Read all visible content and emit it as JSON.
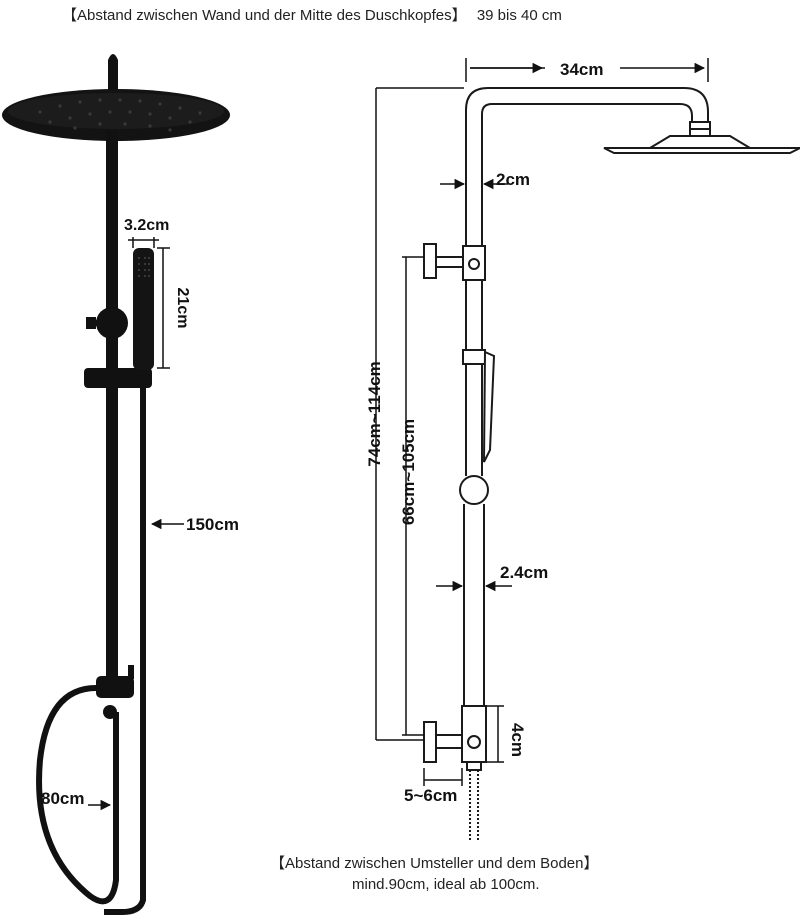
{
  "captions": {
    "top_heading": "【Abstand zwischen Wand und der Mitte des Duschkopfes】",
    "top_value": "39 bis 40 cm",
    "bottom_heading": "【Abstand zwischen Umsteller und dem Boden】",
    "bottom_value": "mind.90cm, ideal ab 100cm."
  },
  "dimensions": {
    "handshower_width": "3.2cm",
    "handshower_length": "21cm",
    "hose_length": "150cm",
    "bottom_loop": "80cm",
    "arm_length": "34cm",
    "upper_pipe_diameter": "2cm",
    "total_height": "74cm~114cm",
    "adjustable_height": "66cm~105cm",
    "lower_pipe_diameter": "2.4cm",
    "diverter_height": "4cm",
    "wall_distance": "5~6cm"
  },
  "colors": {
    "product": "#111111",
    "line": "#1a1a1a",
    "background": "#ffffff"
  }
}
